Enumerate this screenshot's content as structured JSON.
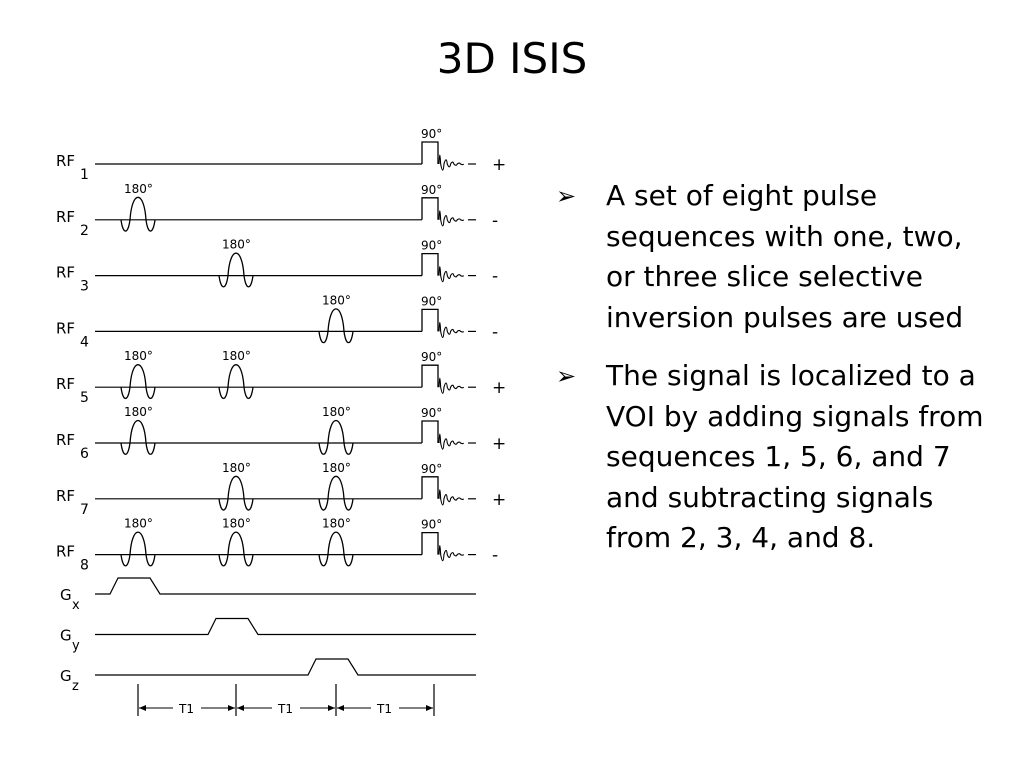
{
  "title": "3D ISIS",
  "rows": [
    {
      "label": "RF",
      "index": "1",
      "sign": "+",
      "inversions": []
    },
    {
      "label": "RF",
      "index": "2",
      "sign": "-",
      "inversions": [
        1
      ]
    },
    {
      "label": "RF",
      "index": "3",
      "sign": "-",
      "inversions": [
        2
      ]
    },
    {
      "label": "RF",
      "index": "4",
      "sign": "-",
      "inversions": [
        3
      ]
    },
    {
      "label": "RF",
      "index": "5",
      "sign": "+",
      "inversions": [
        1,
        2
      ]
    },
    {
      "label": "RF",
      "index": "6",
      "sign": "+",
      "inversions": [
        1,
        3
      ]
    },
    {
      "label": "RF",
      "index": "7",
      "sign": "+",
      "inversions": [
        2,
        3
      ]
    },
    {
      "label": "RF",
      "index": "8",
      "sign": "-",
      "inversions": [
        1,
        2,
        3
      ]
    }
  ],
  "pulse_labels": {
    "inversion": "180°",
    "excitation": "90°"
  },
  "gradients": [
    {
      "label": "G",
      "sub": "x",
      "pulse_slot": 1
    },
    {
      "label": "G",
      "sub": "y",
      "pulse_slot": 2
    },
    {
      "label": "G",
      "sub": "z",
      "pulse_slot": 3
    }
  ],
  "timing_labels": [
    "T1",
    "T1",
    "T1"
  ],
  "bullets": [
    "A set of eight pulse sequences with one, two, or three slice selective inversion pulses are used",
    "The signal is localized to a VOI by adding signals from sequences 1, 5, 6, and 7 and subtracting signals from 2, 3, 4, and 8."
  ],
  "bullet_marker": "➢"
}
